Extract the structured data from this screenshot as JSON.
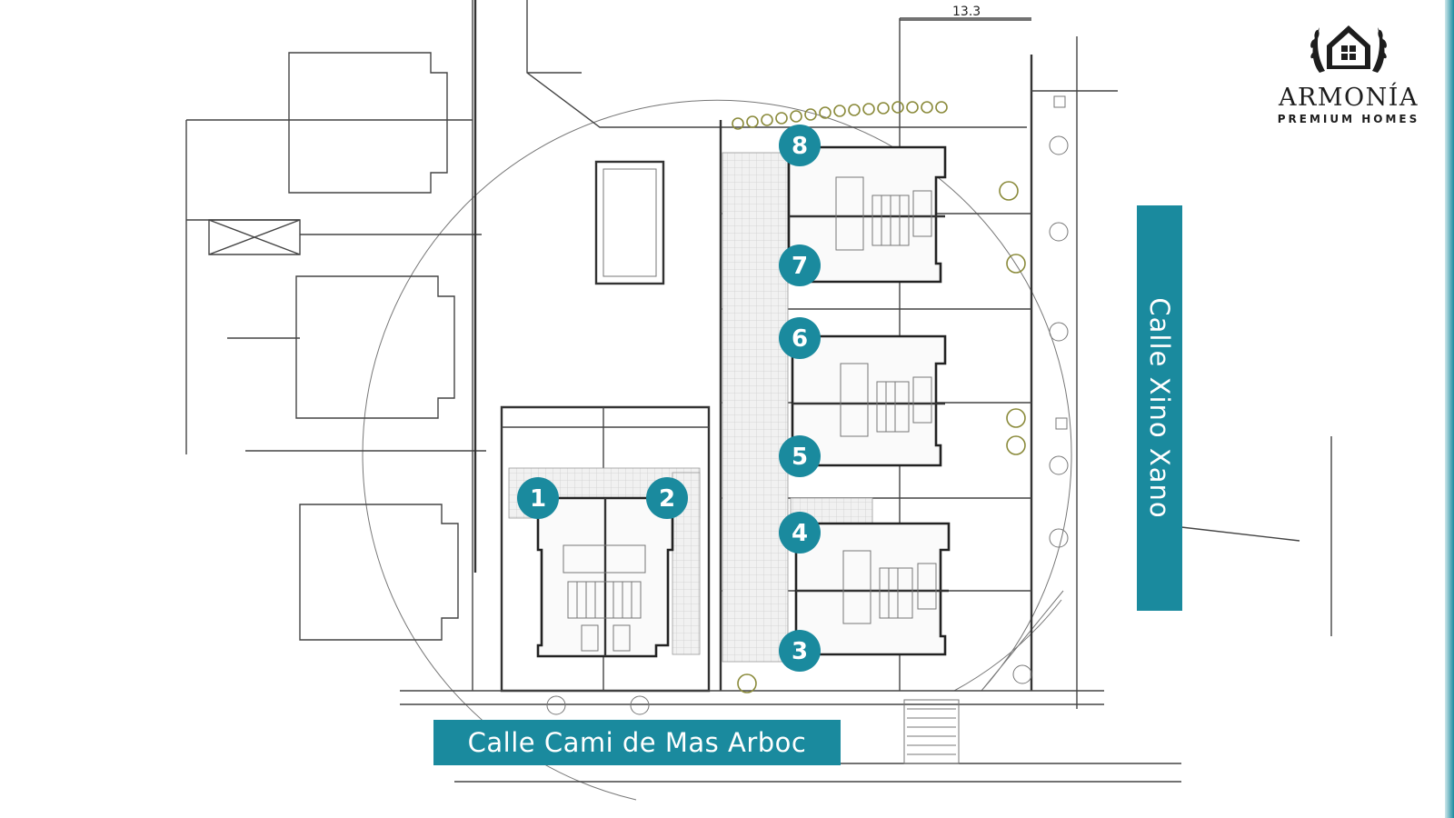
{
  "brand": {
    "name": "ARMONÍA",
    "tagline": "PREMIUM HOMES",
    "logo_icon": "house-laurel-icon"
  },
  "streets": {
    "horizontal": "Calle Cami de Mas Arboc",
    "vertical": "Calle Xino Xano"
  },
  "dimension_label": "13.3",
  "units": [
    {
      "number": "1"
    },
    {
      "number": "2"
    },
    {
      "number": "3"
    },
    {
      "number": "4"
    },
    {
      "number": "5"
    },
    {
      "number": "6"
    },
    {
      "number": "7"
    },
    {
      "number": "8"
    }
  ],
  "colors": {
    "accent": "#1a8a9e",
    "line": "#333333",
    "background": "#ffffff"
  }
}
